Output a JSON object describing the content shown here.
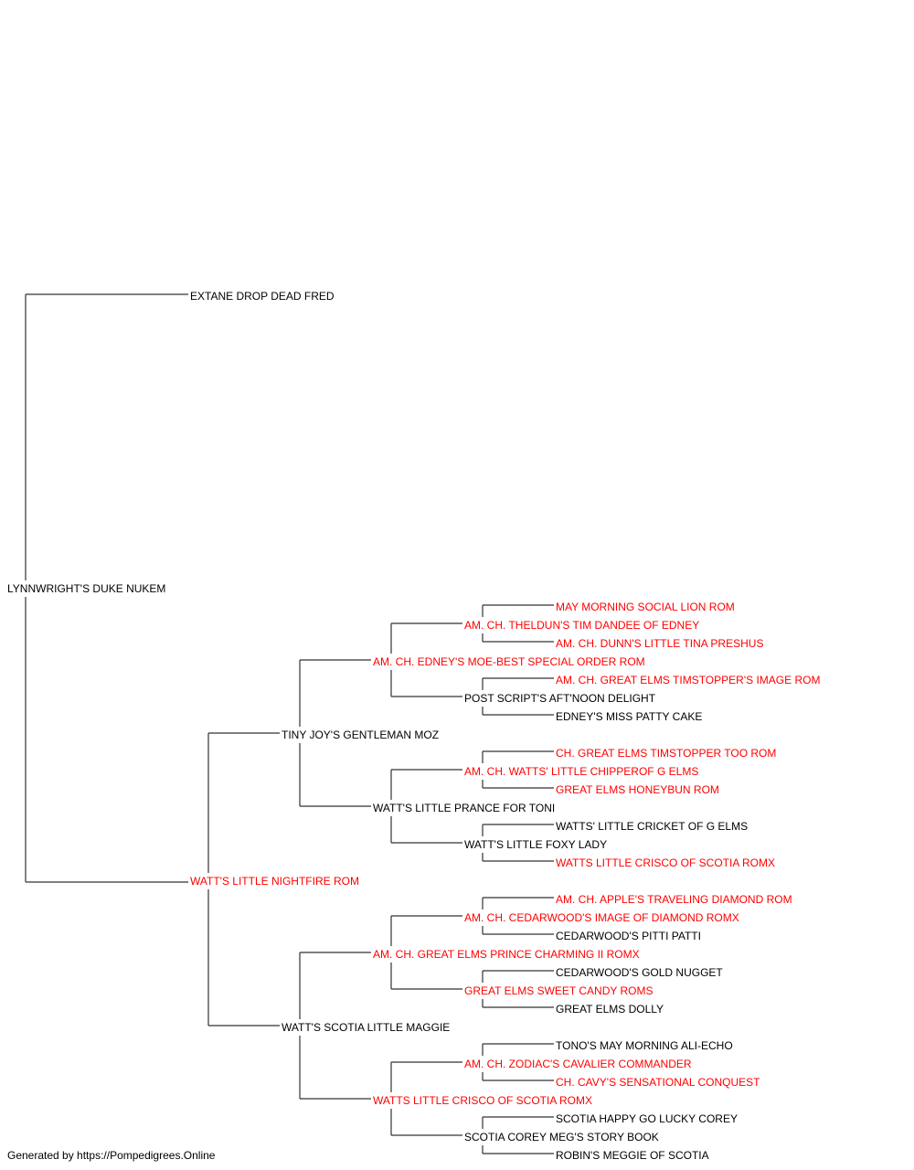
{
  "colors": {
    "titled": "#ff0000",
    "plain": "#000000",
    "line": "#333333"
  },
  "pedigree": {
    "name": "LYNNWRIGHT'S DUKE NUKEM",
    "titled": false,
    "sire": {
      "name": "EXTANE DROP DEAD FRED",
      "titled": false
    },
    "dam": {
      "name": "WATT'S LITTLE NIGHTFIRE ROM",
      "titled": true,
      "sire": {
        "name": "TINY JOY'S GENTLEMAN MOZ",
        "titled": false,
        "sire": {
          "name": "AM. CH. EDNEY'S MOE-BEST SPECIAL ORDER ROM",
          "titled": true,
          "sire": {
            "name": "AM. CH. THELDUN'S TIM DANDEE OF EDNEY",
            "titled": true,
            "sire": {
              "name": "MAY MORNING SOCIAL LION ROM",
              "titled": true
            },
            "dam": {
              "name": "AM. CH. DUNN'S LITTLE TINA PRESHUS",
              "titled": true
            }
          },
          "dam": {
            "name": "POST SCRIPT'S AFT'NOON DELIGHT",
            "titled": false,
            "sire": {
              "name": "AM. CH. GREAT ELMS TIMSTOPPER'S IMAGE ROM",
              "titled": true
            },
            "dam": {
              "name": "EDNEY'S MISS PATTY CAKE",
              "titled": false
            }
          }
        },
        "dam": {
          "name": "WATT'S LITTLE PRANCE FOR TONI",
          "titled": false,
          "sire": {
            "name": "AM. CH. WATTS' LITTLE CHIPPEROF G ELMS",
            "titled": true,
            "sire": {
              "name": "CH. GREAT ELMS TIMSTOPPER TOO ROM",
              "titled": true
            },
            "dam": {
              "name": "GREAT ELMS HONEYBUN ROM",
              "titled": true
            }
          },
          "dam": {
            "name": "WATT'S LITTLE FOXY LADY",
            "titled": false,
            "sire": {
              "name": "WATTS' LITTLE CRICKET OF G ELMS",
              "titled": false
            },
            "dam": {
              "name": "WATTS LITTLE CRISCO OF SCOTIA ROMX",
              "titled": true
            }
          }
        }
      },
      "dam": {
        "name": "WATT'S SCOTIA LITTLE MAGGIE",
        "titled": false,
        "sire": {
          "name": "AM. CH. GREAT ELMS PRINCE CHARMING II ROMX",
          "titled": true,
          "sire": {
            "name": "AM. CH. CEDARWOOD'S IMAGE OF DIAMOND ROMX",
            "titled": true,
            "sire": {
              "name": "AM. CH. APPLE'S TRAVELING DIAMOND ROM",
              "titled": true
            },
            "dam": {
              "name": "CEDARWOOD'S PITTI PATTI",
              "titled": false
            }
          },
          "dam": {
            "name": "GREAT ELMS SWEET CANDY ROMS",
            "titled": true,
            "sire": {
              "name": "CEDARWOOD'S GOLD NUGGET",
              "titled": false
            },
            "dam": {
              "name": "GREAT ELMS DOLLY",
              "titled": false
            }
          }
        },
        "dam": {
          "name": "WATTS LITTLE CRISCO OF SCOTIA ROMX",
          "titled": true,
          "sire": {
            "name": "AM. CH. ZODIAC'S CAVALIER COMMANDER",
            "titled": true,
            "sire": {
              "name": "TONO'S MAY MORNING ALI-ECHO",
              "titled": false
            },
            "dam": {
              "name": "CH. CAVY'S SENSATIONAL CONQUEST",
              "titled": true
            }
          },
          "dam": {
            "name": "SCOTIA COREY MEG'S STORY BOOK",
            "titled": false,
            "sire": {
              "name": "SCOTIA HAPPY GO LUCKY COREY",
              "titled": false
            },
            "dam": {
              "name": "ROBIN'S MEGGIE OF SCOTIA",
              "titled": false
            }
          }
        }
      }
    }
  },
  "footer": "Generated by https://Pompedigrees.Online"
}
